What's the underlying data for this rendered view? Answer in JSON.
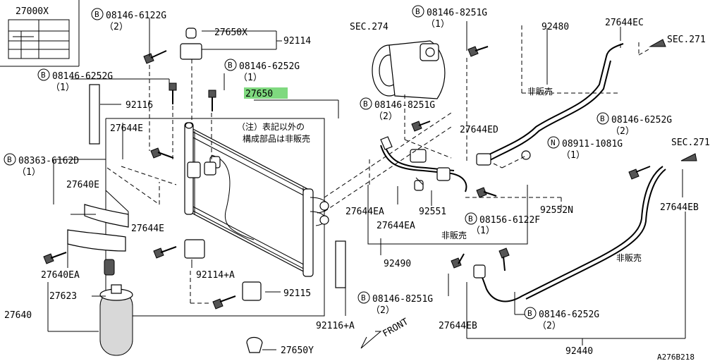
{
  "labels": {
    "p27000x": "27000X",
    "b_8146_6122g": "08146-6122G",
    "q2a": "（2）",
    "p27650x": "27650X",
    "p92114": "92114",
    "b_8146_6252g_a": "08146-6252G",
    "q1a": "（1）",
    "b_8146_6252g_b": "08146-6252G",
    "q1b": "（1）",
    "p27650": "27650",
    "p92116": "92116",
    "p27644e_a": "27644E",
    "note1": "（注）表記以外の",
    "note2": "構成部品は非販売",
    "b_8363_6162d": "08363-6162D",
    "q1c": "（1）",
    "p27640e": "27640E",
    "p27644e_b": "27644E",
    "p27640ea": "27640EA",
    "p92114a": "92114+A",
    "p27623": "27623",
    "p27640": "27640",
    "p92115": "92115",
    "p92116a": "92116+A",
    "p27650y": "27650Y",
    "sec274": "SEC.274",
    "b_8146_8251g_a": "08146-8251G",
    "q1d": "（1）",
    "b_8146_8251g_b": "08146-8251G",
    "q2b": "（2）",
    "p27644ea_a": "27644EA",
    "p92551": "92551",
    "p27644ea_b": "27644EA",
    "b_8156_6122f": "08156-6122F",
    "q1e": "（1）",
    "nonsale_a": "非販売",
    "p92490": "92490",
    "b_8146_8251g_c": "08146-8251G",
    "q2c": "（2）",
    "front": "FRONT",
    "p92480": "92480",
    "nonsale_b": "非販売",
    "p27644ec": "27644EC",
    "sec271_a": "SEC.271",
    "p27644ed": "27644ED",
    "n_8911_1081g": "08911-1081G",
    "q1f": "（1）",
    "b_8146_6252g_c": "08146-6252G",
    "q2d": "（2）",
    "sec271_b": "SEC.271",
    "p92552n": "92552N",
    "p27644eb_a": "27644EB",
    "nonsale_c": "非販売",
    "b_8146_6252g_d": "08146-6252G",
    "q2e": "（2）",
    "p27644eb_b": "27644EB",
    "p92440": "92440",
    "code": "A276B218"
  },
  "markers": {
    "b": "B",
    "n": "N"
  }
}
